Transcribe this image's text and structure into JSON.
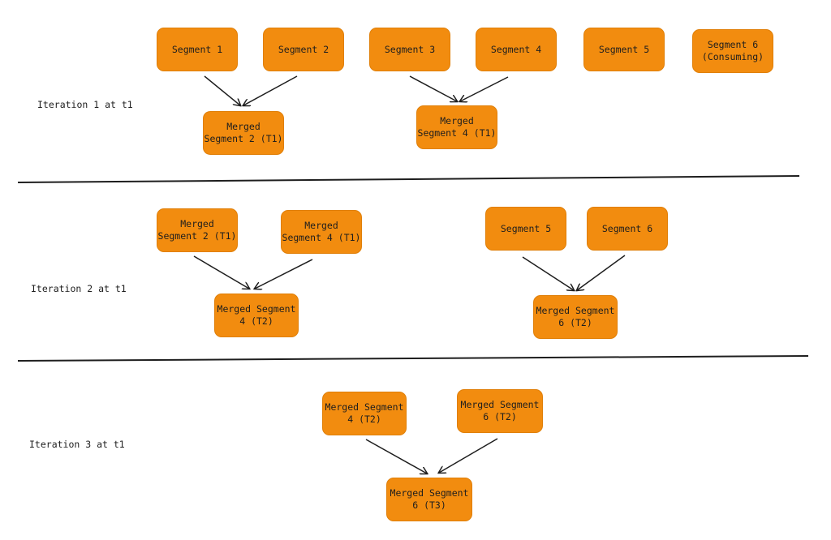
{
  "colors": {
    "box_fill": "#f28c0f",
    "stroke": "#1e1e1e"
  },
  "iterations": [
    {
      "label": "Iteration 1 at t1",
      "top_row": [
        "Segment 1",
        "Segment 2",
        "Segment 3",
        "Segment 4",
        "Segment 5",
        "Segment 6\n(Consuming)"
      ],
      "merged": [
        "Merged\nSegment 2 (T1)",
        "Merged\nSegment 4 (T1)"
      ]
    },
    {
      "label": "Iteration 2 at t1",
      "top_row": [
        "Merged\nSegment 2 (T1)",
        "Merged\nSegment 4 (T1)",
        "Segment 5",
        "Segment 6"
      ],
      "merged": [
        "Merged Segment\n4 (T2)",
        "Merged Segment\n6 (T2)"
      ]
    },
    {
      "label": "Iteration 3 at t1",
      "top_row": [
        "Merged Segment\n4 (T2)",
        "Merged Segment\n6 (T2)"
      ],
      "merged": [
        "Merged Segment\n6 (T3)"
      ]
    }
  ]
}
